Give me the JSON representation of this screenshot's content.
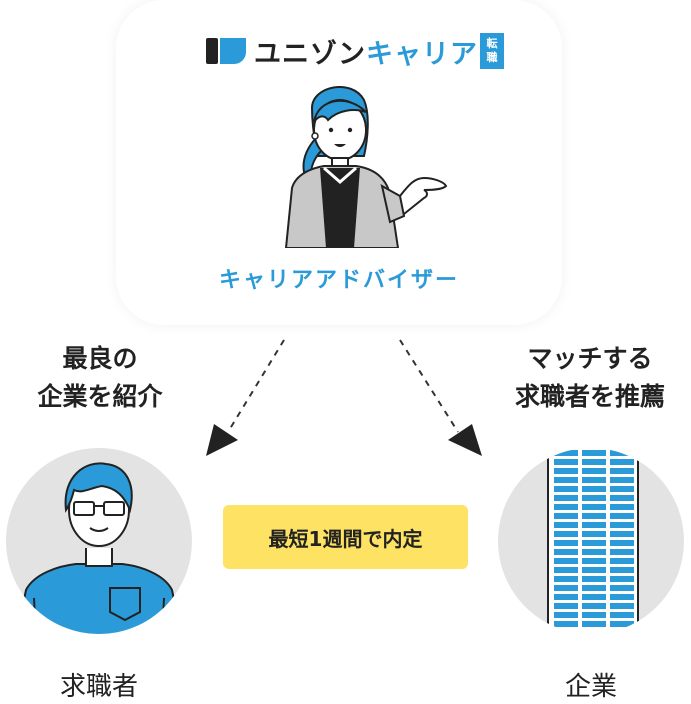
{
  "logo": {
    "text_part1": "ユニゾン",
    "text_part2": "キャリア",
    "badge_line1": "転",
    "badge_line2": "職"
  },
  "advisor": {
    "label": "キャリアアドバイザー"
  },
  "left_heading": {
    "line1": "最良の",
    "line2": "企業を紹介"
  },
  "right_heading": {
    "line1": "マッチする",
    "line2": "求職者を推薦"
  },
  "center_badge": "最短1週間で内定",
  "job_seeker": {
    "label": "求職者"
  },
  "company": {
    "label": "企業"
  },
  "colors": {
    "brand_blue": "#2a9bd8",
    "badge_yellow": "#fde263",
    "circle_gray": "#e3e3e3"
  }
}
